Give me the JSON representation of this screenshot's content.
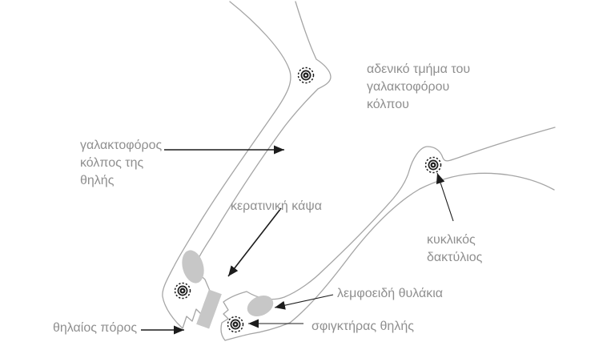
{
  "figure": {
    "labels": {
      "glandular_part": "αδενικό τμήμα του\nγαλακτοφόρου\nκόλπου",
      "lactiferous_sinus": "γαλακτοφόρος\nκόλπος της\nθηλής",
      "keratin_capsule": "κερατινική κάψα",
      "circular_ring": "κυκλικός\nδακτύλιος",
      "lymphoid_follicles": "λεμφοειδή θυλάκια",
      "teat_duct": "θηλαίος πόρος",
      "teat_sphincter": "σφιγκτήρας θηλής"
    },
    "icons": {
      "ring_marker": "concentric-circles-marker"
    },
    "colors": {
      "background": "#ffffff",
      "outline": "#a5a5a5",
      "label-text": "#8f8f8f",
      "blob": "#c7c7c7",
      "arrow": "#1c1c1c"
    }
  }
}
